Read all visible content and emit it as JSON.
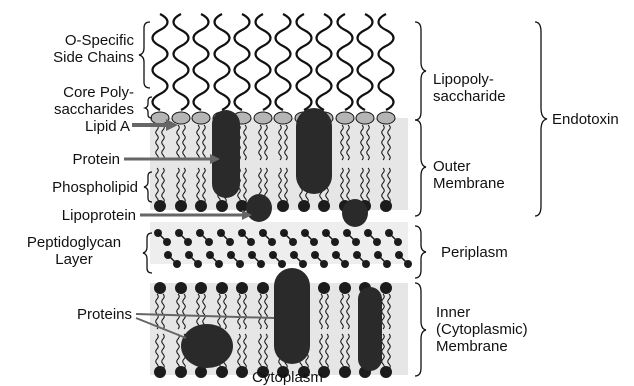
{
  "labels": {
    "o_specific": [
      "O-Specific",
      "Side Chains"
    ],
    "core_poly": [
      "Core Poly-",
      "saccharides"
    ],
    "lipid_a": "Lipid A",
    "protein": "Protein",
    "phospholipid": "Phospholipid",
    "lipoprotein": "Lipoprotein",
    "peptidoglycan": [
      "Peptidoglycan",
      "Layer"
    ],
    "proteins": "Proteins",
    "cytoplasm": "Cytoplasm",
    "lipopolysaccharide": [
      "Lipopoly-",
      "saccharide"
    ],
    "outer_membrane": [
      "Outer",
      "Membrane"
    ],
    "endotoxin": "Endotoxin",
    "periplasm": "Periplasm",
    "inner_membrane": [
      "Inner",
      "(Cytoplasmic)",
      "Membrane"
    ]
  },
  "colors": {
    "ink": "#111111",
    "membrane_fill": "#e4e4e4",
    "head": "#1c1c1c",
    "lps_head": "#b5b5b5",
    "protein": "#2a2a2a"
  }
}
